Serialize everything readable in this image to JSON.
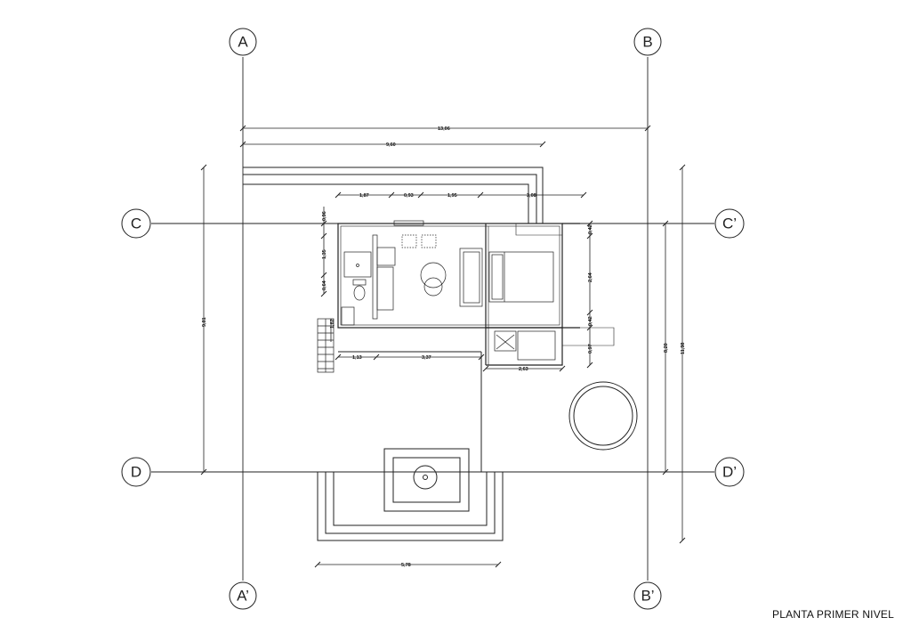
{
  "title": "PLANTA PRIMER NIVEL",
  "grid_labels": {
    "A": "A",
    "A_prime": "A’",
    "B": "B",
    "B_prime": "B’",
    "C": "C",
    "C_prime": "C’",
    "D": "D",
    "D_prime": "D’"
  },
  "dimensions": {
    "total_width": "13,06",
    "upper_width": "9,60",
    "left_height": "9,81",
    "right_height_a": "8,20",
    "right_height_b": "11,98",
    "seg_1": "1,87",
    "seg_2": "0,93",
    "seg_3": "1,95",
    "seg_4": "3,08",
    "v_096": "0,96",
    "v_135": "1,35",
    "v_064": "0,64",
    "v_162": "1,62",
    "bottom_113": "1,13",
    "bottom_337": "3,37",
    "bottom_263": "2,63",
    "right_042a": "0,42",
    "right_264": "2,64",
    "right_042b": "0,42",
    "right_097": "0,97",
    "bottom_578": "5,78"
  }
}
